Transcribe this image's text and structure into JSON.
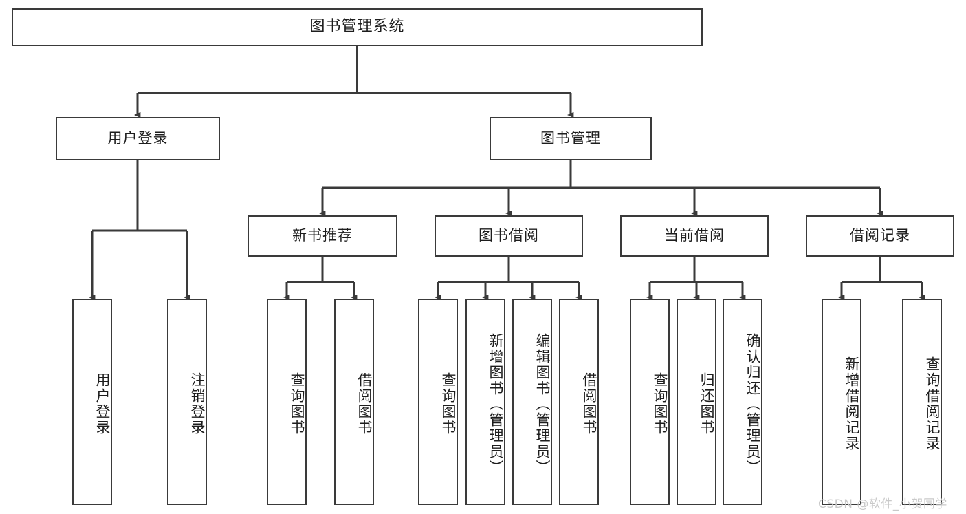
{
  "diagram": {
    "type": "tree",
    "title": "图书管理系统",
    "root": {
      "label": "图书管理系统"
    },
    "level1": [
      {
        "id": "user-login",
        "label": "用户登录"
      },
      {
        "id": "book-manage",
        "label": "图书管理"
      }
    ],
    "level2": [
      {
        "id": "new-book-recommend",
        "label": "新书推荐",
        "parent": "book-manage"
      },
      {
        "id": "book-borrow",
        "label": "图书借阅",
        "parent": "book-manage"
      },
      {
        "id": "current-borrow",
        "label": "当前借阅",
        "parent": "book-manage"
      },
      {
        "id": "borrow-record",
        "label": "借阅记录",
        "parent": "book-manage"
      }
    ],
    "leaves": [
      {
        "id": "leaf-user-login",
        "label": "用户登录",
        "parent": "user-login"
      },
      {
        "id": "leaf-user-logout",
        "label": "注销登录",
        "parent": "user-login"
      },
      {
        "id": "leaf-query-book-1",
        "label": "查询图书",
        "parent": "new-book-recommend"
      },
      {
        "id": "leaf-borrow-book-1",
        "label": "借阅图书",
        "parent": "new-book-recommend"
      },
      {
        "id": "leaf-query-book-2",
        "label": "查询图书",
        "parent": "book-borrow"
      },
      {
        "id": "leaf-add-book",
        "label": "新增图书（管理员）",
        "parent": "book-borrow"
      },
      {
        "id": "leaf-edit-book",
        "label": "编辑图书（管理员）",
        "parent": "book-borrow"
      },
      {
        "id": "leaf-borrow-book-2",
        "label": "借阅图书",
        "parent": "book-borrow"
      },
      {
        "id": "leaf-query-book-3",
        "label": "查询图书",
        "parent": "current-borrow"
      },
      {
        "id": "leaf-return-book",
        "label": "归还图书",
        "parent": "current-borrow"
      },
      {
        "id": "leaf-confirm-return",
        "label": "确认归还（管理员）",
        "parent": "current-borrow"
      },
      {
        "id": "leaf-add-record",
        "label": "新增借阅记录",
        "parent": "borrow-record"
      },
      {
        "id": "leaf-query-record",
        "label": "查询借阅记录",
        "parent": "borrow-record"
      }
    ]
  },
  "colors": {
    "box_border": "#3a3a3a",
    "box_fill": "#ffffff",
    "edge": "#3a3a3a",
    "text": "#1d1d1d",
    "watermark": "#c9c9c9"
  },
  "watermark": {
    "text": "CSDN @软件_小贺同学"
  }
}
